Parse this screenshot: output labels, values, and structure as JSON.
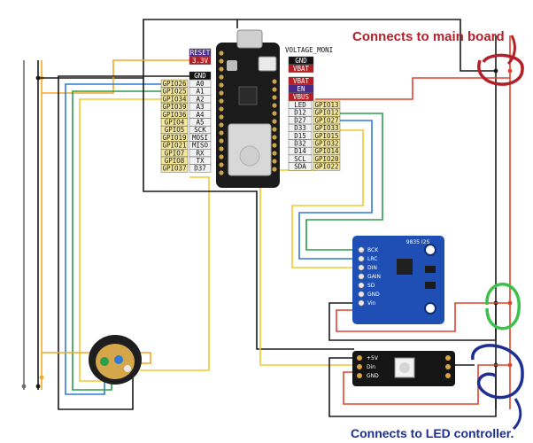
{
  "annotations": {
    "main_board": "Connects to main board",
    "led_controller": "Connects to LED controller."
  },
  "feather": {
    "top_label": "VOLTAGE_MONI",
    "left_power": [
      {
        "label": "RESET",
        "style": "purple"
      },
      {
        "label": "3.3V",
        "style": "red"
      },
      {
        "label": "GND",
        "style": "black"
      }
    ],
    "left_gpio": [
      {
        "gpio": "GPIO26",
        "name": "A0"
      },
      {
        "gpio": "GPIO25",
        "name": "A1"
      },
      {
        "gpio": "GPIO34",
        "name": "A2"
      },
      {
        "gpio": "GPIO39",
        "name": "A3"
      },
      {
        "gpio": "GPIO36",
        "name": "A4"
      },
      {
        "gpio": "GPIO4",
        "name": "A5"
      },
      {
        "gpio": "GPIO5",
        "name": "SCK"
      },
      {
        "gpio": "GPIO19",
        "name": "MOSI"
      },
      {
        "gpio": "GPIO21",
        "name": "MISO"
      },
      {
        "gpio": "GPIO7",
        "name": "RX"
      },
      {
        "gpio": "GPIO8",
        "name": "TX"
      },
      {
        "gpio": "GPIO37",
        "name": "D37"
      }
    ],
    "right_power": [
      {
        "label": "GND",
        "style": "black"
      },
      {
        "label": "VBAT",
        "style": "red"
      },
      {
        "label": "VBAT",
        "style": "red"
      },
      {
        "label": "EN",
        "style": "purple"
      },
      {
        "label": "VBUS",
        "style": "red"
      }
    ],
    "right_gpio": [
      {
        "name": "LED",
        "gpio": "GPIO13"
      },
      {
        "name": "D12",
        "gpio": "GPIO12"
      },
      {
        "name": "D27",
        "gpio": "GPIO27"
      },
      {
        "name": "D33",
        "gpio": "GPIO33"
      },
      {
        "name": "D15",
        "gpio": "GPIO15"
      },
      {
        "name": "D32",
        "gpio": "GPIO32"
      },
      {
        "name": "D14",
        "gpio": "GPIO14"
      },
      {
        "name": "SCL",
        "gpio": "GPIO20"
      },
      {
        "name": "SDA",
        "gpio": "GPIO22"
      }
    ]
  },
  "amp_board": {
    "title": "9835 I2S",
    "pins": [
      "BCK",
      "LRC",
      "DIN",
      "GAIN",
      "SD",
      "GND",
      "Vin"
    ]
  },
  "led_pixel": {
    "pins": [
      "+5V",
      "Din",
      "GND"
    ]
  },
  "colors": {
    "wire_black": "#1a1a1a",
    "wire_orange": "#f5a623",
    "wire_red": "#e0442c",
    "wire_blue": "#2f7bd6",
    "wire_green": "#2a9d4a",
    "wire_yellow": "#f3c730",
    "wire_grey": "#6f6f6f",
    "annotation_red": "#b3202a",
    "annotation_blue": "#1d2f93",
    "annotation_green": "#3cc24a",
    "amp_board": "#1f4fb5"
  }
}
